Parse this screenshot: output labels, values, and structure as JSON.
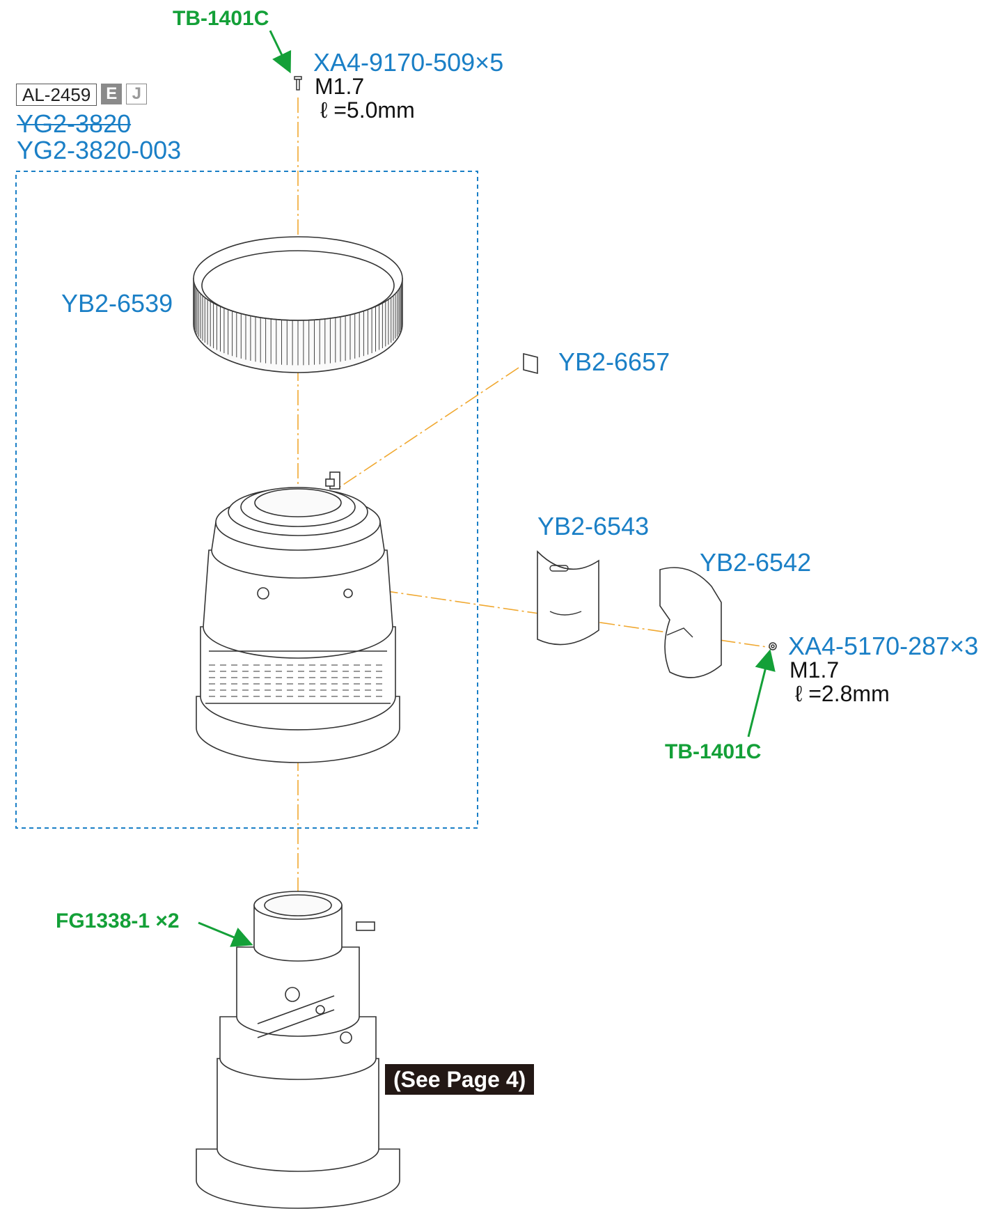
{
  "reference": {
    "code": "AL-2459",
    "badge_e": "E",
    "badge_j": "J"
  },
  "assembly": {
    "old_part": "YG2-3820",
    "new_part": "YG2-3820-003"
  },
  "top_screw": {
    "tool": "TB-1401C",
    "part": "XA4-9170-509×5",
    "size": "M1.7",
    "length": "ℓ =5.0mm"
  },
  "side_screw": {
    "tool": "TB-1401C",
    "part": "XA4-5170-287×3",
    "size": "M1.7",
    "length": "ℓ =2.8mm"
  },
  "parts": {
    "ring": "YB2-6539",
    "sheet": "YB2-6657",
    "cover_a": "YB2-6543",
    "cover_b": "YB2-6542"
  },
  "grease": "FG1338-1 ×2",
  "see_page": "(See Page 4)",
  "colors": {
    "part_label": "#1a7fc6",
    "tool_label": "#14a038",
    "guide_line": "#f0a830",
    "dashed_box": "#1a7fc6"
  }
}
